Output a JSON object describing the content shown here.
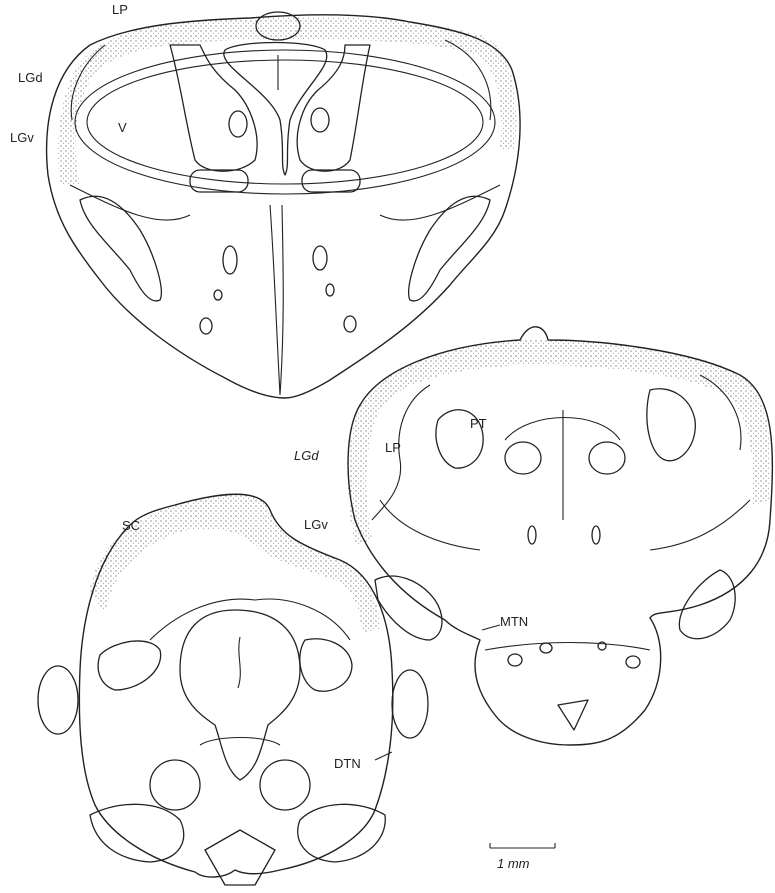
{
  "labels": {
    "section_top": {
      "lp": "LP",
      "lgd": "LGd",
      "v": "V",
      "lgv": "LGv"
    },
    "section_right": {
      "pt": "PT",
      "lp": "LP",
      "lgd": "LGd",
      "lgv": "LGv",
      "mtn": "MTN"
    },
    "section_bottom": {
      "sc": "SC",
      "dtn": "DTN"
    },
    "scale_bar": "1 mm"
  },
  "colors": {
    "ink": "#222222",
    "background": "#ffffff"
  }
}
